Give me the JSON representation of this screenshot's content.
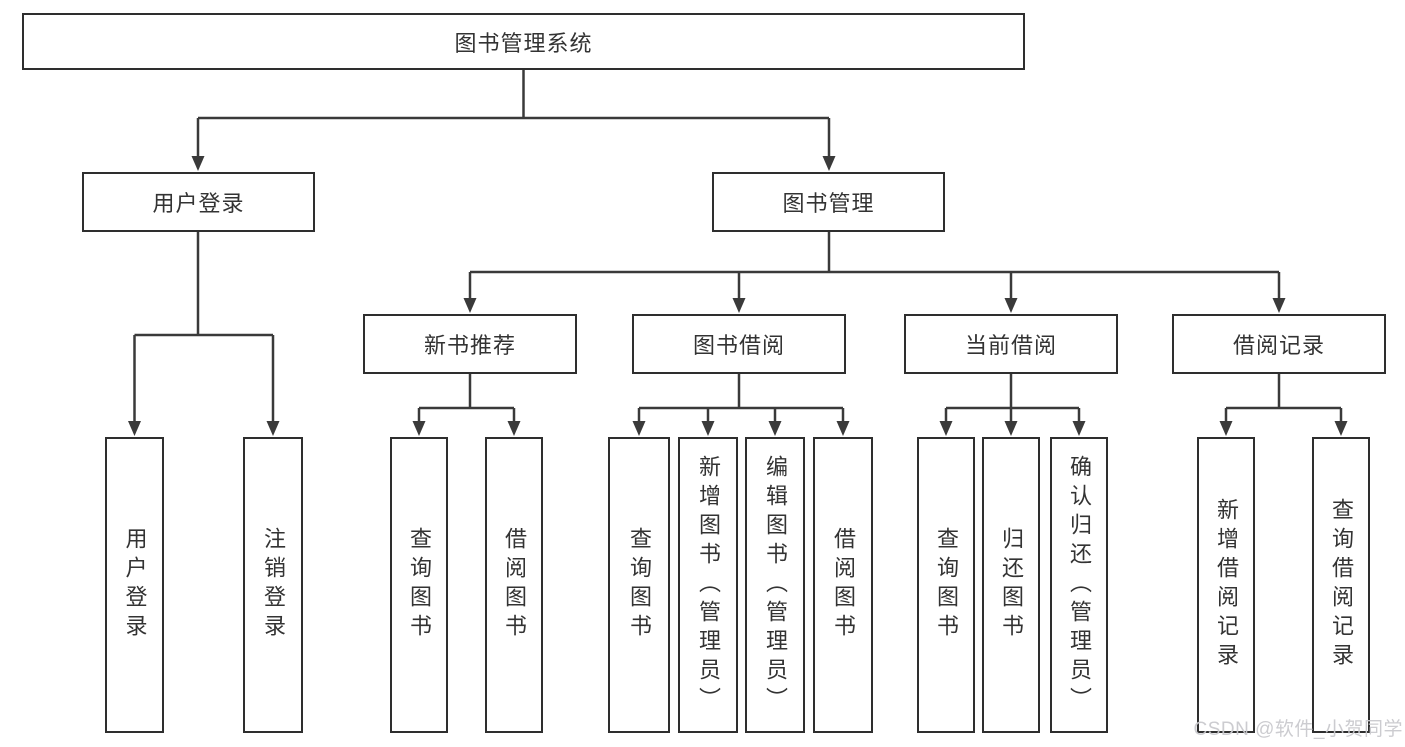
{
  "tree": {
    "root": "图书管理系统",
    "branches": [
      {
        "label": "用户登录",
        "children": [
          "用户登录",
          "注销登录"
        ]
      },
      {
        "label": "图书管理",
        "sections": [
          {
            "label": "新书推荐",
            "children": [
              "查询图书",
              "借阅图书"
            ]
          },
          {
            "label": "图书借阅",
            "children": [
              "查询图书",
              "新增图书（管理员）",
              "编辑图书（管理员）",
              "借阅图书"
            ]
          },
          {
            "label": "当前借阅",
            "children": [
              "查询图书",
              "归还图书",
              "确认归还（管理员）"
            ]
          },
          {
            "label": "借阅记录",
            "children": [
              "新增借阅记录",
              "查询借阅记录"
            ]
          }
        ]
      }
    ]
  },
  "watermark": "CSDN @软件_小贺同学",
  "colors": {
    "line": "#3a3a3a",
    "box_border": "#2e2e2e",
    "text": "#333333",
    "watermark": "#c9c9ce",
    "background": "#ffffff"
  }
}
